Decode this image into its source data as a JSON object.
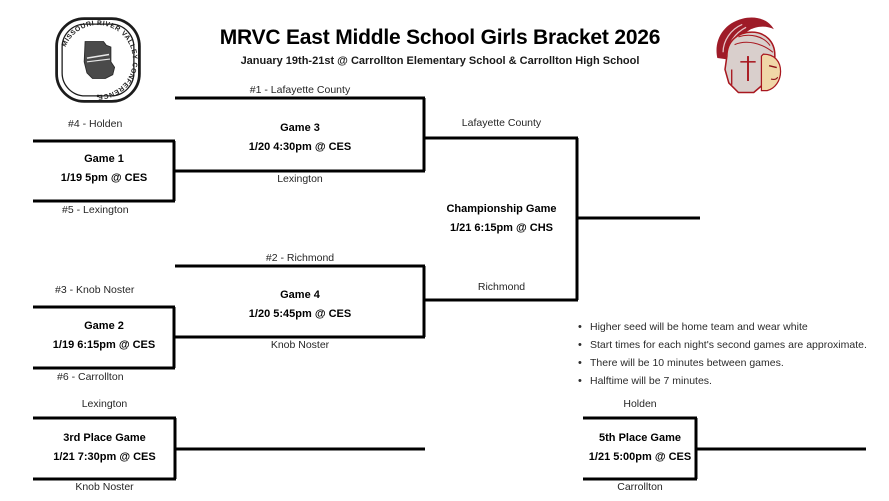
{
  "header": {
    "title": "MRVC East Middle School Girls Bracket 2026",
    "subtitle": "January 19th-21st @ Carrollton Elementary School & Carrollton High School"
  },
  "logos": {
    "left": {
      "name": "mrvc-conference-seal",
      "text_ring": "MISSOURI RIVER VALLEY CONFERENCE"
    },
    "right": {
      "name": "trojan-mascot-logo",
      "color": "#b22234"
    }
  },
  "bracket": {
    "round1": [
      {
        "id": "game-1",
        "top_seed": "#4 - Holden",
        "bottom_seed": "#5 - Lexington",
        "name": "Game 1",
        "info": "1/19 5pm @ CES"
      },
      {
        "id": "game-2",
        "top_seed": "#3 - Knob Noster",
        "bottom_seed": "#6 - Carrollton",
        "name": "Game 2",
        "info": "1/19 6:15pm @ CES"
      }
    ],
    "round2": [
      {
        "id": "game-3",
        "top_seed": "#1 - Lafayette County",
        "bottom_seed": "Lexington",
        "name": "Game 3",
        "info": "1/20 4:30pm @ CES"
      },
      {
        "id": "game-4",
        "top_seed": "#2 - Richmond",
        "bottom_seed": "Knob Noster",
        "name": "Game 4",
        "info": "1/20 5:45pm @ CES"
      }
    ],
    "final": {
      "id": "championship-game",
      "top_seed": "Lafayette County",
      "bottom_seed": "Richmond",
      "name": "Championship Game",
      "info": "1/21 6:15pm @ CHS"
    },
    "consolation": [
      {
        "id": "third-place-game",
        "top_seed": "Lexington",
        "bottom_seed": "Knob Noster",
        "name": "3rd Place Game",
        "info": "1/21 7:30pm @ CES"
      },
      {
        "id": "fifth-place-game",
        "top_seed": "Holden",
        "bottom_seed": "Carrollton",
        "name": "5th Place Game",
        "info": "1/21 5:00pm @ CES"
      }
    ]
  },
  "notes": {
    "bullet": "•",
    "items": [
      "Higher seed will be home team and wear white",
      "Start times for each night's second games are approximate.",
      "There will be 10 minutes between games.",
      "Halftime will be 7 minutes."
    ]
  },
  "colors": {
    "line": "#000000",
    "text": "#000000",
    "label": "#262626",
    "accent_red": "#b22234"
  }
}
